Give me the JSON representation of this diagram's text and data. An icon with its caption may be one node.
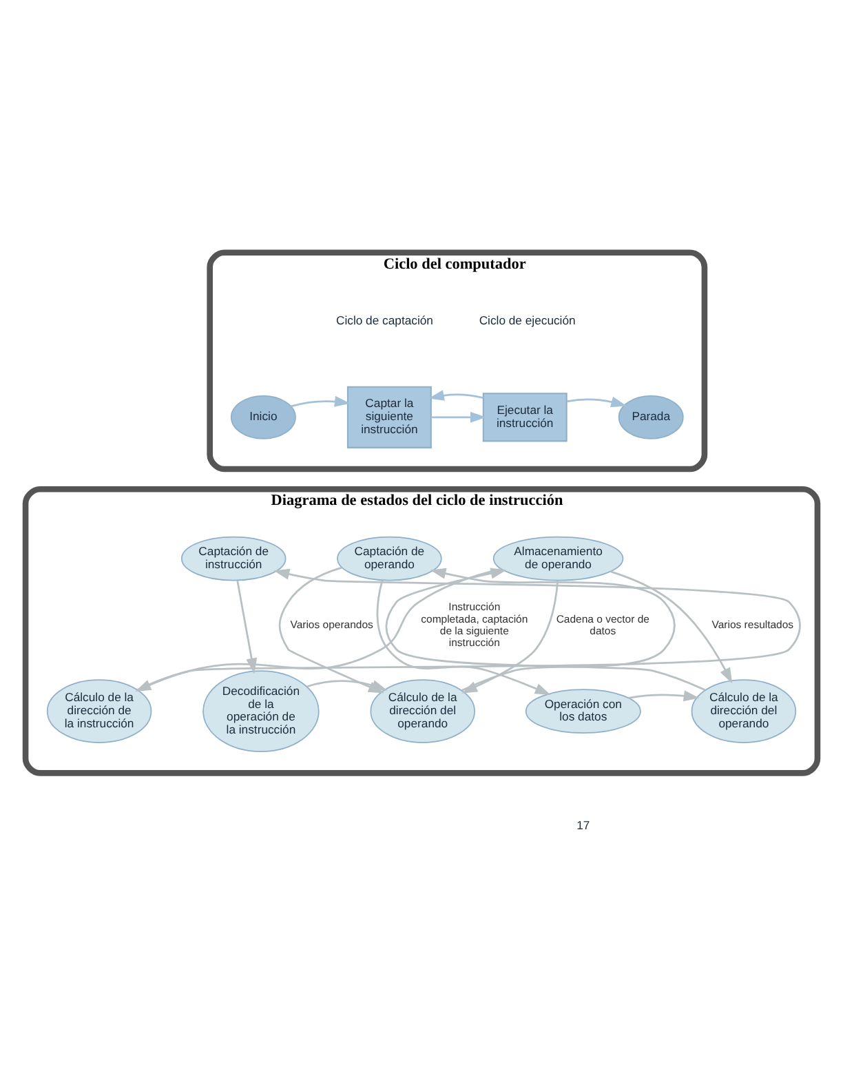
{
  "diagram": {
    "nodes": [
      {
        "text": [
          "Ciclo del computador"
        ]
      },
      {
        "text": [
          "Inicio"
        ],
        "in": 0
      },
      {
        "text": [
          "Captar la siguiente instrucción"
        ],
        "in": 0
      },
      {
        "text": [
          "Ejecutar la instrucción"
        ],
        "in": 0
      },
      {
        "text": [
          "Parada"
        ],
        "in": 0
      },
      {
        "text": [
          "Diagrama de estados del ciclo de instrucción"
        ]
      },
      {
        "text": [
          "Captación de instrucción"
        ],
        "in": 5
      },
      {
        "text": [
          "Captación de operando"
        ],
        "in": 5
      },
      {
        "text": [
          "Almacenamiento de operando"
        ],
        "in": 5
      },
      {
        "text": [
          "Cálculo de la dirección de la instrucción"
        ],
        "in": 5
      },
      {
        "text": [
          "Decodificación de la operación de la instrucción"
        ],
        "in": 5
      },
      {
        "text": [
          "Cálculo de la dirección del operando"
        ],
        "in": 5
      },
      {
        "text": [
          "Operación con los datos"
        ],
        "in": 5
      },
      {
        "text": [
          "Cálculo de la dirección del operando"
        ],
        "in": 5
      }
    ],
    "edges": [
      {
        "from": 1,
        "to": 2,
        "arrow": "to",
        "color": "#a3c2d9"
      },
      {
        "from": 2,
        "to": 3,
        "arrow": "to",
        "color": "#a3c2d9"
      },
      {
        "from": 3,
        "to": 4,
        "arrow": "to",
        "color": "#a3c2d9"
      },
      {
        "from": 3,
        "to": 2,
        "arrow": "to",
        "color": "#a3c2d9"
      },
      {
        "from": 9,
        "to": 6,
        "arrow": "to"
      },
      {
        "from": 6,
        "to": 10,
        "arrow": "to"
      },
      {
        "from": 10,
        "to": 11,
        "arrow": "to"
      },
      {
        "from": 11,
        "to": 7,
        "arrow": "to"
      },
      {
        "from": 7,
        "to": 11,
        "arrow": "to",
        "label": "Varios operandos"
      },
      {
        "from": 7,
        "to": 12,
        "arrow": "to"
      },
      {
        "from": 12,
        "to": 13,
        "arrow": "to"
      },
      {
        "from": 13,
        "to": 8,
        "arrow": "to"
      },
      {
        "from": 8,
        "to": 13,
        "arrow": "to",
        "label": "Varios resultados"
      },
      {
        "from": 8,
        "to": 9,
        "arrow": "to",
        "label": "Instrucción completada, captación de la siguiente instrucción"
      },
      {
        "from": 8,
        "to": 11,
        "arrow": "to",
        "label": "Cadena o vector de datos"
      }
    ],
    "labels": [
      "Ciclo de captación",
      "Ciclo de ejecución",
      "17"
    ]
  }
}
